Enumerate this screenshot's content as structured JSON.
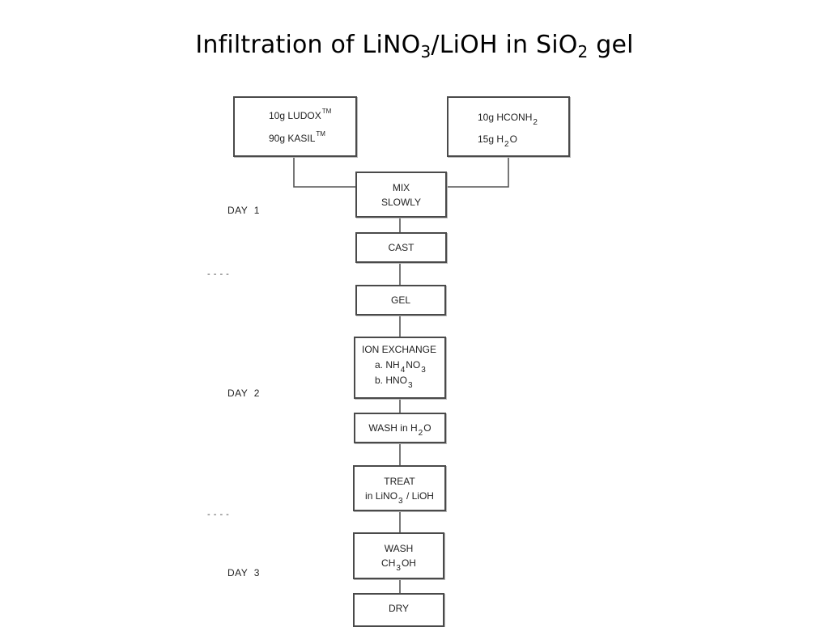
{
  "slide": {
    "title_main": "Infiltration of LiNO",
    "title_sub1": "3",
    "title_mid": "/LiOH in SiO",
    "title_sub2": "2",
    "title_end": " gel"
  },
  "inputs": {
    "left": {
      "line1_text": "10g  LUDOX",
      "line1_mark": "TM",
      "line2_text": "90g  KASIL",
      "line2_mark": "TM"
    },
    "right": {
      "line1_text": "10g  HCONH",
      "line1_sub": "2",
      "line2_pre": "15g  H",
      "line2_sub": "2",
      "line2_post": "O"
    }
  },
  "steps": {
    "mix_line1": "MIX",
    "mix_line2": "SLOWLY",
    "cast": "CAST",
    "gel": "GEL",
    "ion_title": "ION EXCHANGE",
    "ion_a_pre": "a.  NH",
    "ion_a_sub1": "4",
    "ion_a_mid": "NO",
    "ion_a_sub2": "3",
    "ion_b_pre": "b.  HNO",
    "ion_b_sub": "3",
    "wash_h2o_pre": "WASH in H",
    "wash_h2o_sub": "2",
    "wash_h2o_post": "O",
    "treat_line1": "TREAT",
    "treat_pre": "in LiNO",
    "treat_sub": "3",
    "treat_post": " / LiOH",
    "wash2_line1": "WASH",
    "wash2_pre": "CH",
    "wash2_sub": "3",
    "wash2_post": "OH",
    "dry": "DRY"
  },
  "days": {
    "day1": "DAY  1",
    "day2": "DAY  2",
    "day3": "DAY  3",
    "separator": "- - - -"
  }
}
